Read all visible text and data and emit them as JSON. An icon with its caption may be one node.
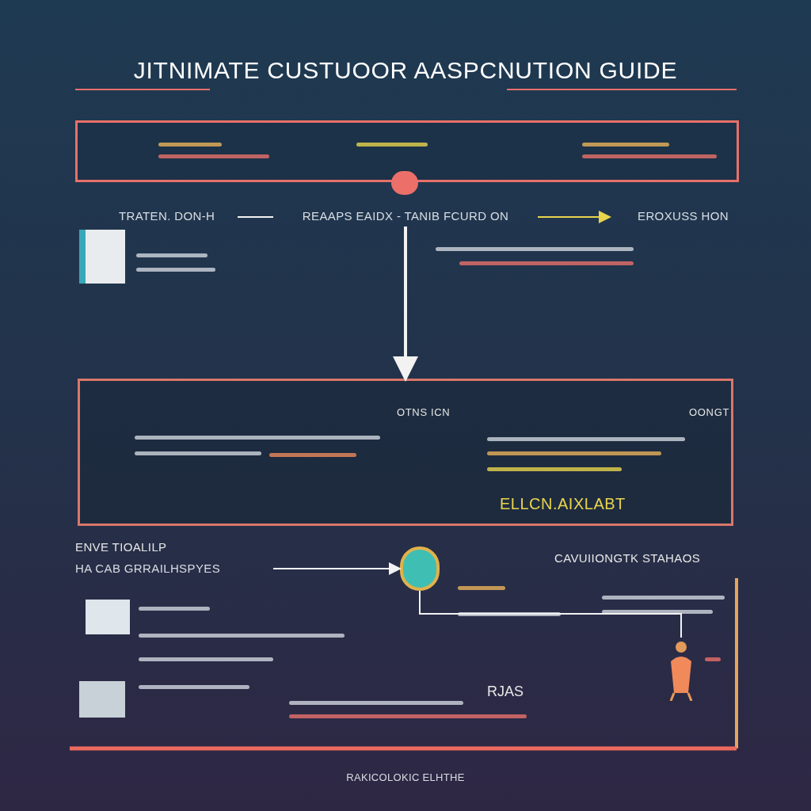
{
  "diagram": {
    "title": "JITNIMATE CUSTUOOR AASPCNUTION GUIDE",
    "nodes": [
      {
        "text": [],
        "shape": "box"
      },
      {
        "text": [],
        "shape": "circle"
      },
      {
        "text": [
          "TRATEN. DON-H"
        ]
      },
      {
        "text": [
          "REAAPS EAIDX - TANIB FCURD ON"
        ]
      },
      {
        "text": [
          "EROXUSS HON"
        ]
      },
      {
        "text": [],
        "shape": "box"
      },
      {
        "text": [
          "OTNS ICN"
        ],
        "in": 5
      },
      {
        "text": [
          "OONGT"
        ],
        "in": 5
      },
      {
        "text": [
          "ELLCN.AIXLABT"
        ],
        "in": 5
      },
      {
        "text": [
          "ENVE TIOALILP",
          "HA CAB GRRAILHSPYES"
        ]
      },
      {
        "text": [],
        "shape": "circle"
      },
      {
        "text": [
          "CAVUIIONGTK STAHAOS"
        ]
      },
      {
        "text": [
          "RJAS"
        ]
      },
      {
        "text": [],
        "shape": "picture"
      }
    ],
    "edges": [
      {
        "from": 2,
        "to": 3,
        "arrow": "none"
      },
      {
        "from": 3,
        "to": 4,
        "arrow": "to",
        "color": "#e8d44d"
      },
      {
        "from": 3,
        "to": 5,
        "arrow": "to",
        "style": "thick"
      },
      {
        "from": 9,
        "to": 10,
        "arrow": "to"
      },
      {
        "from": 10,
        "to": 13,
        "arrow": "none"
      }
    ],
    "labels": [
      "RAKICOLOKIC ELHTHE"
    ]
  }
}
